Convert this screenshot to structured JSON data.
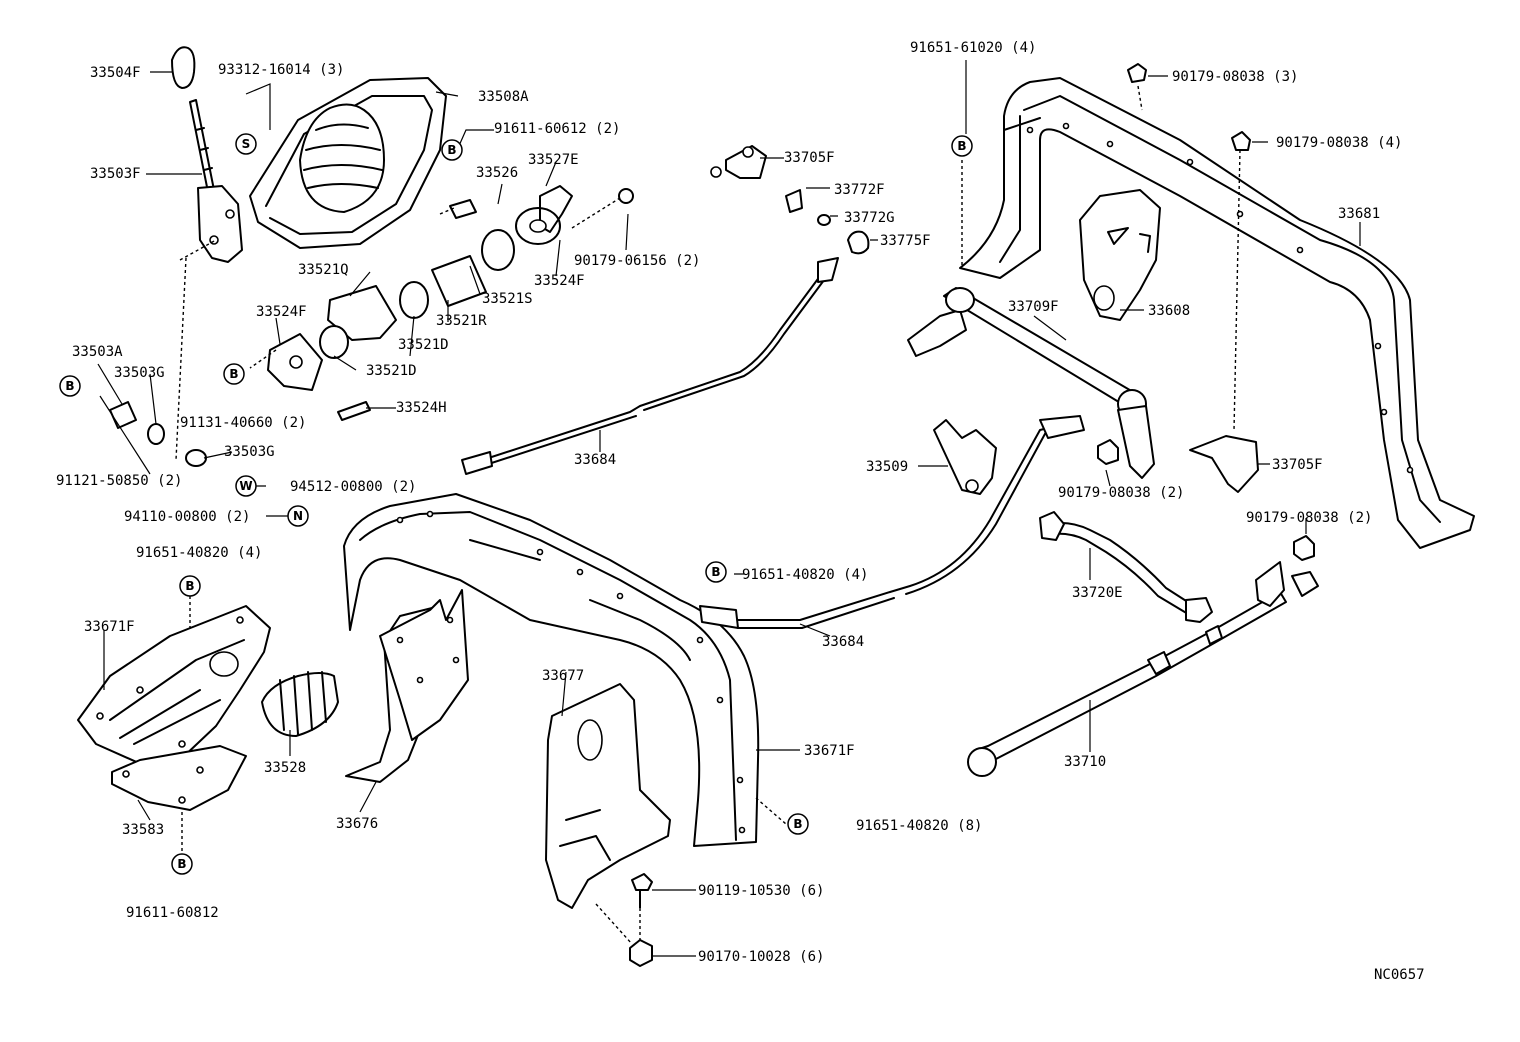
{
  "drawing_code": "NC0657",
  "symbols": {
    "B": "B",
    "S": "S",
    "W": "W",
    "N": "N"
  },
  "labels": {
    "p33504F": "33504F",
    "p93312": "93312-16014 (3)",
    "p33508A": "33508A",
    "p91611_60612": "91611-60612 (2)",
    "p33503F": "33503F",
    "p33526": "33526",
    "p33527E": "33527E",
    "p90179_06156": "90179-06156 (2)",
    "p33524F_top": "33524F",
    "p33521Q": "33521Q",
    "p33521S": "33521S",
    "p33521R": "33521R",
    "p33524F_left": "33524F",
    "p33521D_a": "33521D",
    "p33521D_b": "33521D",
    "p33503A": "33503A",
    "p33503G_a": "33503G",
    "p91131": "91131-40660 (2)",
    "p33524H": "33524H",
    "p33503G_b": "33503G",
    "p91121": "91121-50850 (2)",
    "p94512": "94512-00800 (2)",
    "p94110": "94110-00800 (2)",
    "p91651_40820_a": "91651-40820 (4)",
    "p33671F_a": "33671F",
    "p33528": "33528",
    "p33676": "33676",
    "p33583": "33583",
    "p91611_60812": "91611-60812",
    "p33677": "33677",
    "p33671F_b": "33671F",
    "p91651_40820_8": "91651-40820 (8)",
    "p90119": "90119-10530 (6)",
    "p90170": "90170-10028 (6)",
    "p33705F_top": "33705F",
    "p33772F": "33772F",
    "p33772G": "33772G",
    "p33775F": "33775F",
    "p33684_a": "33684",
    "p33509": "33509",
    "p91651_40820_b": "91651-40820 (4)",
    "p33684_b": "33684",
    "p91651_61020": "91651-61020 (4)",
    "p90179_08038_3": "90179-08038 (3)",
    "p90179_08038_4": "90179-08038 (4)",
    "p33681": "33681",
    "p33709F": "33709F",
    "p33608": "33608",
    "p90179_08038_2a": "90179-08038 (2)",
    "p33705F_right": "33705F",
    "p90179_08038_2b": "90179-08038 (2)",
    "p33720E": "33720E",
    "p33710": "33710"
  }
}
